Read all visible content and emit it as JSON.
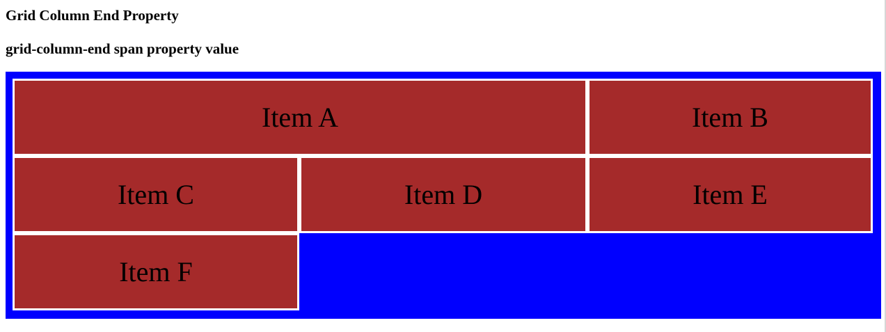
{
  "page": {
    "title": "Grid Column End Property",
    "subtitle": "grid-column-end span property value"
  },
  "colors": {
    "container_background": "#0000ff",
    "item_background": "#a52a2a",
    "item_border": "#ffffff",
    "text": "#000000"
  },
  "grid": {
    "items": [
      {
        "label": "Item A",
        "column_span": 2
      },
      {
        "label": "Item B",
        "column_span": 1
      },
      {
        "label": "Item C",
        "column_span": 1
      },
      {
        "label": "Item D",
        "column_span": 1
      },
      {
        "label": "Item E",
        "column_span": 1
      },
      {
        "label": "Item F",
        "column_span": 1
      }
    ]
  }
}
